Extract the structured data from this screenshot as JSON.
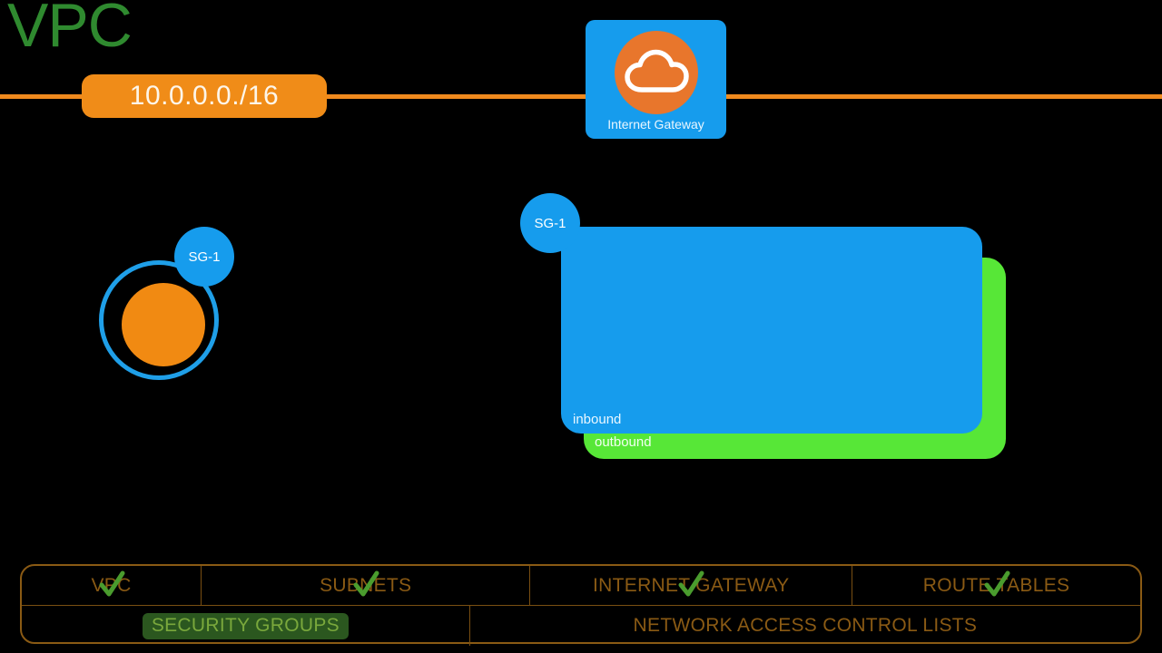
{
  "diagram": {
    "title": "VPC",
    "cidr": "10.0.0.0./16",
    "internet_gateway": {
      "label": "Internet Gateway",
      "icon": "cloud-icon"
    },
    "security_group_left": {
      "badge": "SG-1"
    },
    "security_group_right": {
      "badge": "SG-1",
      "inbound_label": "inbound",
      "outbound_label": "outbound"
    }
  },
  "checklist": {
    "rows": [
      [
        {
          "label": "VPC",
          "checked": true,
          "highlighted": false
        },
        {
          "label": "SUBNETS",
          "checked": true,
          "highlighted": false
        },
        {
          "label": "INTERNET GATEWAY",
          "checked": true,
          "highlighted": false
        },
        {
          "label": "ROUTE TABLES",
          "checked": true,
          "highlighted": false
        }
      ],
      [
        {
          "label": "SECURITY GROUPS",
          "checked": false,
          "highlighted": true
        },
        {
          "label": "NETWORK ACCESS CONTROL LISTS",
          "checked": false,
          "highlighted": false
        }
      ]
    ]
  },
  "colors": {
    "background": "#000000",
    "vpc_title": "#2f8a2f",
    "vpc_boundary": "#f08a1e",
    "cidr_badge": "#f08c18",
    "aws_blue": "#169ced",
    "aws_orange": "#e8762c",
    "instance_orange": "#f18a12",
    "outbound_green": "#57e737",
    "table_border": "#8a5a14",
    "table_text": "#8a5a14",
    "highlight_bg": "#2b571f",
    "highlight_text": "#7aa83c",
    "tick_green": "#4a9c2e"
  }
}
